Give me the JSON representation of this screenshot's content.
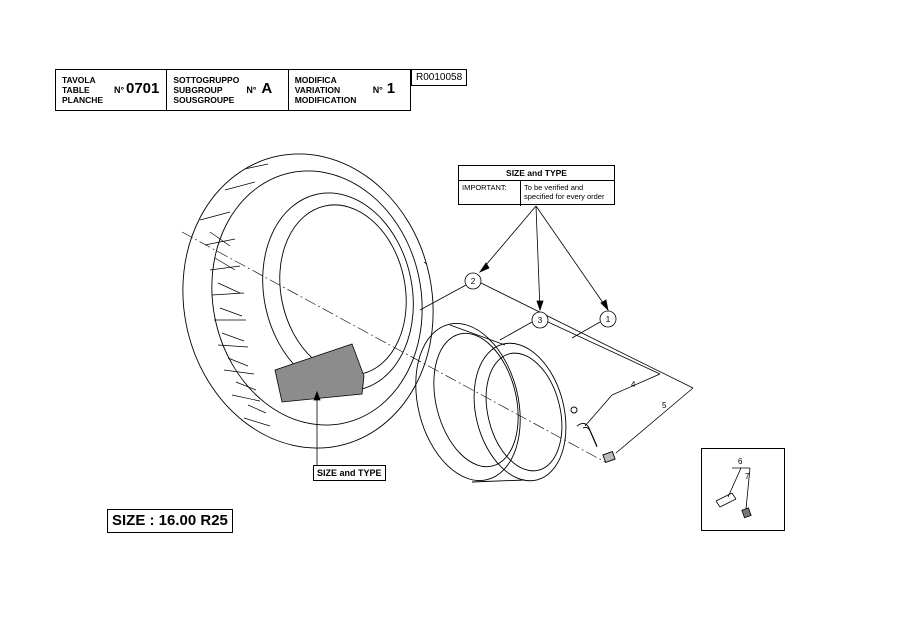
{
  "header": {
    "table": {
      "labels": [
        "TAVOLA",
        "TABLE",
        "PLANCHE"
      ],
      "no": "N°",
      "value": "0701"
    },
    "subgroup": {
      "labels": [
        "SOTTOGRUPPO",
        "SUBGROUP",
        "SOUSGROUPE"
      ],
      "no": "N°",
      "value": "A"
    },
    "modification": {
      "labels": [
        "MODIFICA",
        "VARIATION",
        "MODIFICATION"
      ],
      "no": "N°",
      "value": "1"
    },
    "code": "R0010058"
  },
  "size_type_box": {
    "title": "SIZE and TYPE",
    "key": "IMPORTANT:",
    "text_line1": "To be verified and",
    "text_line2": "specified for every order"
  },
  "tire_label": "SIZE and TYPE",
  "size_label": "SIZE : 16.00 R25",
  "callouts": {
    "c1": "1",
    "c2": "2",
    "c3": "3",
    "c4": "4",
    "c5": "5",
    "c6": "6",
    "c7": "7"
  }
}
